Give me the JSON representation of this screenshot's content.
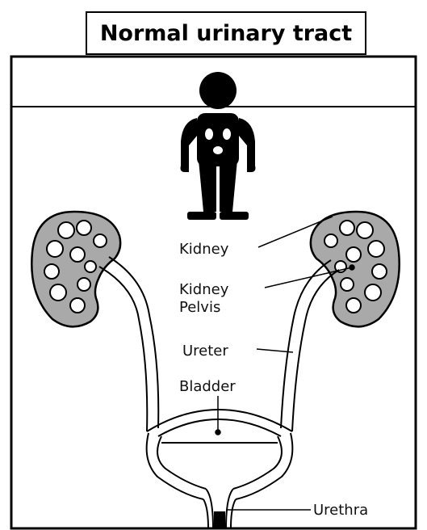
{
  "title": "Normal urinary tract",
  "labels": {
    "kidney": "Kidney",
    "kidney_pelvis_line1": "Kidney",
    "kidney_pelvis_line2": "Pelvis",
    "ureter": "Ureter",
    "bladder": "Bladder",
    "urethra": "Urethra"
  },
  "colors": {
    "kidney_fill": "#a9a9a9",
    "outline": "#000000",
    "background": "#ffffff"
  }
}
